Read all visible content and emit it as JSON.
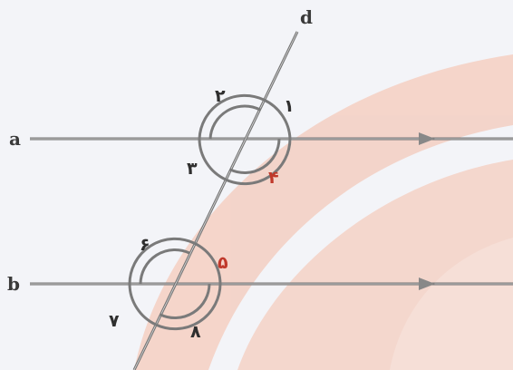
{
  "lines": {
    "a_label": "a",
    "b_label": "b",
    "transversal_label": "d"
  },
  "angles": {
    "top": [
      "۱",
      "۲",
      "۳",
      "۴"
    ],
    "bottom": [
      "۵",
      "۶",
      "۷",
      "۸"
    ]
  },
  "colors": {
    "background": "#f3f4f8",
    "watermark": "#f2c7ba",
    "line": "#757575",
    "arrow": "#888888",
    "label_dark": "#2f2f2f",
    "label_red": "#c0392b"
  }
}
